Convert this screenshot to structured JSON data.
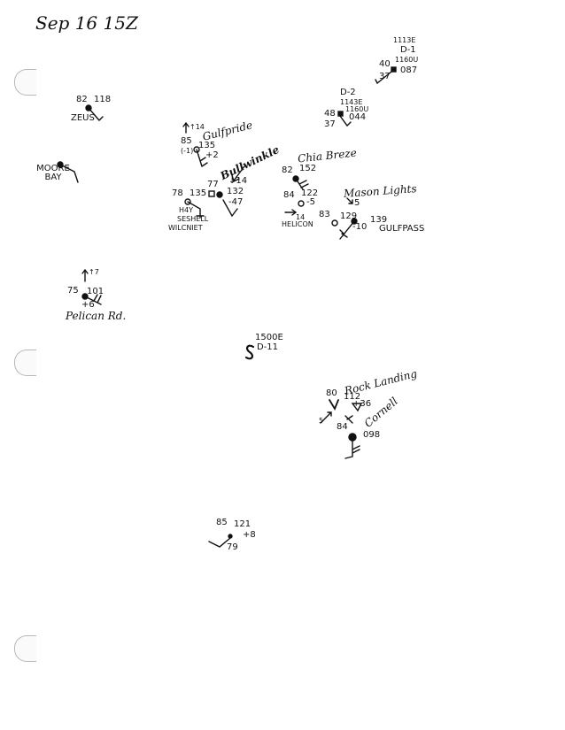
{
  "date": "Sep 16 15Z",
  "colors": {
    "ink": "#111111",
    "paper": "#ffffff",
    "hole": "#b8b8b8"
  },
  "stations": {
    "zeus": {
      "temp": "82",
      "pressure": "118",
      "name": "ZEUS"
    },
    "moore_bay": {
      "name": "MOORE BAY"
    },
    "gulfpride": {
      "flag": "↑14",
      "temp": "85",
      "pressure": "135",
      "tendency": "+2",
      "cover": "(-1)",
      "name": "Gulfpride"
    },
    "bullwinkle": {
      "name": "Bullwinkle",
      "flag": "↓14"
    },
    "wellhead_row": {
      "temp_a": "78",
      "press_a": "135",
      "temp_b": "77",
      "press_b": "132",
      "tendency_b": "-47",
      "name_a": "H4Y",
      "name_b": "SESHELL",
      "name_c": "WILCNIET"
    },
    "chia_breze": {
      "name": "Chia Breze",
      "temp": "82",
      "pressure": "152"
    },
    "helicon": {
      "temp": "84",
      "pressure": "122",
      "tendency": "-5",
      "wind": "14",
      "name": "HELICON"
    },
    "mason_lights": {
      "name": "Mason Lights",
      "value": "5"
    },
    "gulfpass": {
      "temp": "83",
      "pressure": "129",
      "tendency": "-10",
      "extra": "139",
      "name": "GULFPASS"
    },
    "d2": {
      "name": "D-2",
      "pos_a": "1143E",
      "pos_b": "1160U",
      "val": "044",
      "temp": "48",
      "dew": "37"
    },
    "d1": {
      "pos_a": "1113E",
      "name": "D-1",
      "pos_b": "1160U",
      "val": "087",
      "temp": "40",
      "dew": "37"
    },
    "pelican": {
      "flag": "↑7",
      "temp": "75",
      "pressure": "101",
      "tendency": "+6",
      "name": "Pelican Rd."
    },
    "d11": {
      "pos": "1500E",
      "name": "D-11"
    },
    "rock_landing": {
      "name": "Rock Landing",
      "temp": "80",
      "pressure": "112",
      "tendency": "+36",
      "dew": "84",
      "wind": "5"
    },
    "cornell": {
      "name": "Cornell",
      "val": "098"
    },
    "bottom": {
      "temp": "85",
      "pressure": "121",
      "dew": "79",
      "tendency": "+8"
    }
  }
}
